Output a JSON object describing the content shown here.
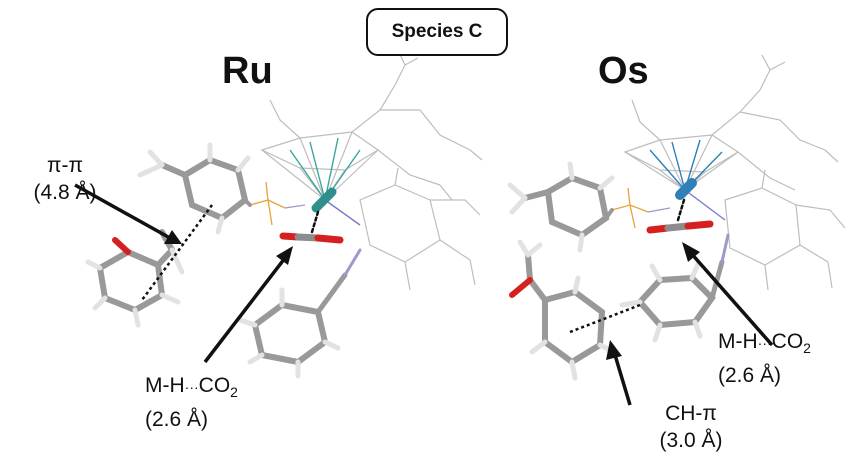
{
  "title": "Species C",
  "panels": [
    {
      "metal": "Ru",
      "accent": "#3aa6a0"
    },
    {
      "metal": "Os",
      "accent": "#2f7fb8"
    }
  ],
  "annotations": {
    "pi_pi": {
      "label": "π-π",
      "value": "(4.8 Å)"
    },
    "mh_ru": {
      "prefix": "M-H",
      "dots": "···",
      "species": "CO",
      "subscript": "2",
      "value": "(2.6 Å)"
    },
    "mh_os": {
      "prefix": "M-H",
      "dots": "···",
      "species": "CO",
      "subscript": "2",
      "value": "(2.6 Å)"
    },
    "ch_pi": {
      "label": "CH-π",
      "value": "(3.0 Å)"
    }
  },
  "colors": {
    "carbon": "#8c8c8c",
    "hydrogen": "#e2e2e2",
    "oxygen": "#d62020",
    "wireframe": "#b9b9b9",
    "phosphorus": "#e8a33a",
    "nitrogen": "#7a7acc"
  }
}
